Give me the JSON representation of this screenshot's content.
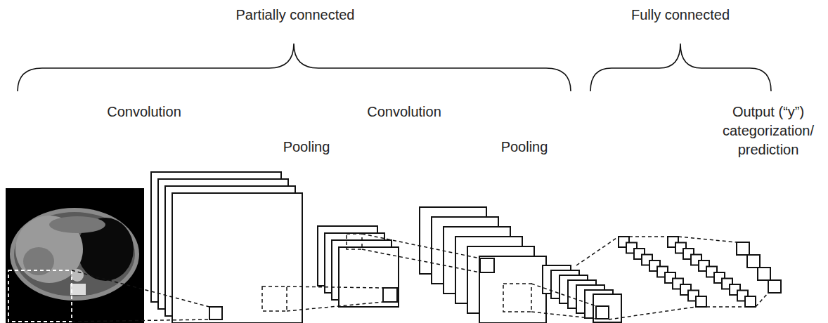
{
  "diagram": {
    "labels": [
      "Partially connected",
      "Fully connected",
      "Convolution",
      "Pooling",
      "Convolution",
      "Pooling",
      "Output (“y”) categorization/ prediction"
    ]
  }
}
